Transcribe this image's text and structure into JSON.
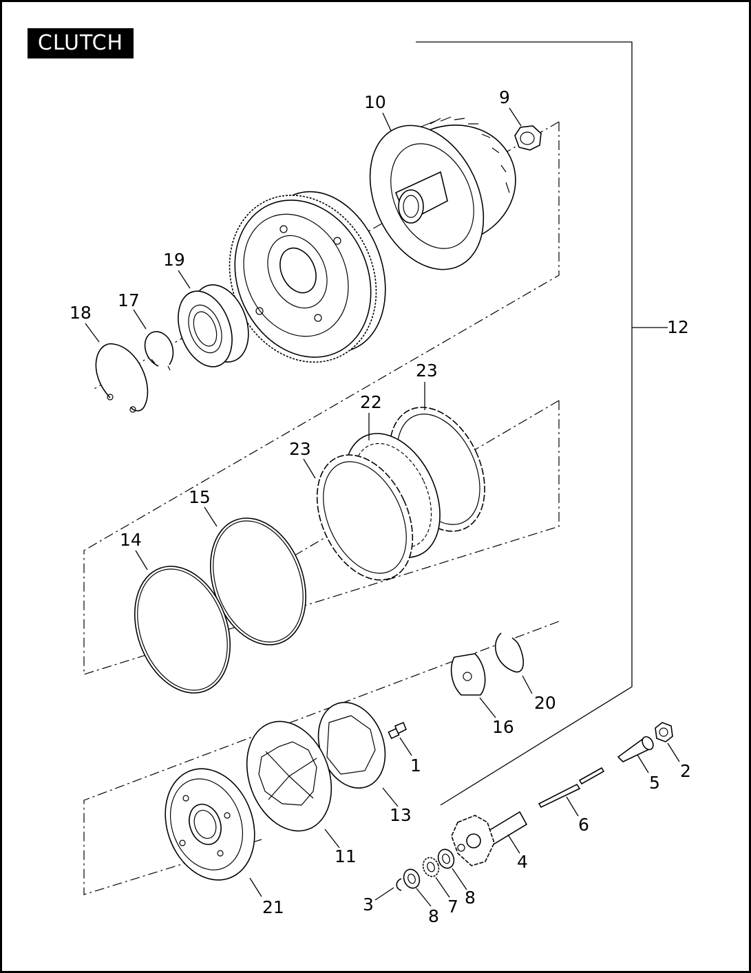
{
  "title": "CLUTCH",
  "callouts": {
    "c1": "1",
    "c2": "2",
    "c3": "3",
    "c4": "4",
    "c5": "5",
    "c6": "6",
    "c7": "7",
    "c8a": "8",
    "c8b": "8",
    "c9": "9",
    "c10": "10",
    "c11": "11",
    "c12": "12",
    "c13": "13",
    "c14": "14",
    "c15": "15",
    "c16": "16",
    "c17": "17",
    "c18": "18",
    "c19": "19",
    "c20": "20",
    "c21": "21",
    "c22": "22",
    "c23a": "23",
    "c23b": "23"
  },
  "colors": {
    "ink": "#000000",
    "paper": "#ffffff"
  }
}
